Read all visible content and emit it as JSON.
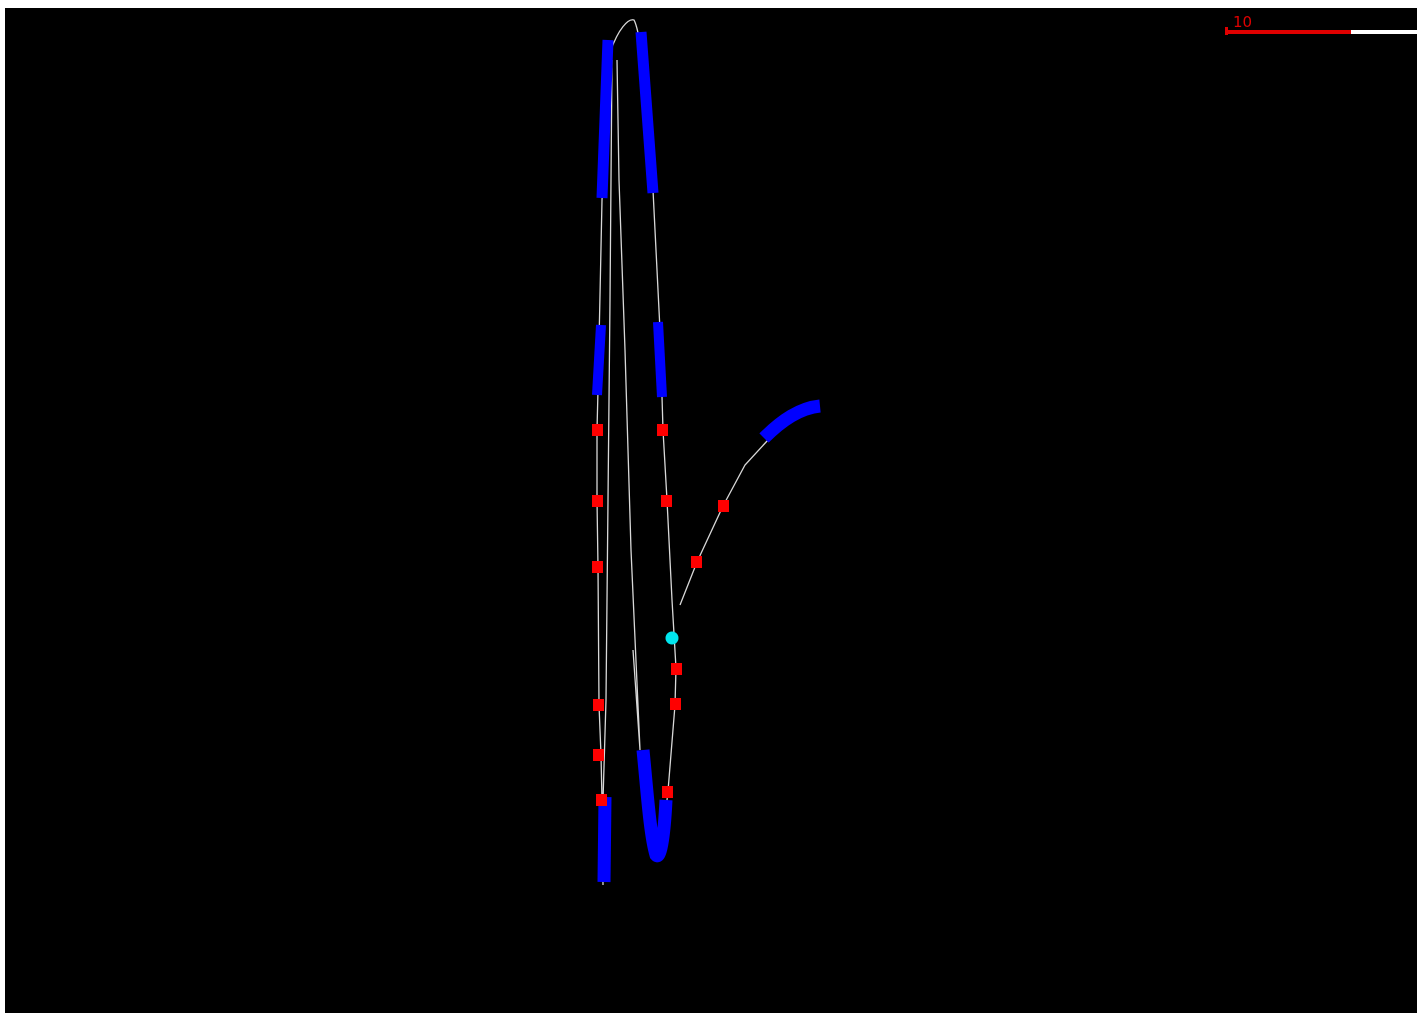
{
  "view": {
    "background_color": "#000000",
    "path_color": "#d8d8d8",
    "segment_color": "#0000ff",
    "waypoint_color": "#ff0000",
    "waypoint_icon": "square-marker",
    "current_position_color": "#00e5ee",
    "current_position_icon": "circle-marker"
  },
  "scale_bar": {
    "label": "10",
    "filled_fraction": 0.64,
    "fill_color": "#e00000",
    "track_color": "#ffffff"
  }
}
